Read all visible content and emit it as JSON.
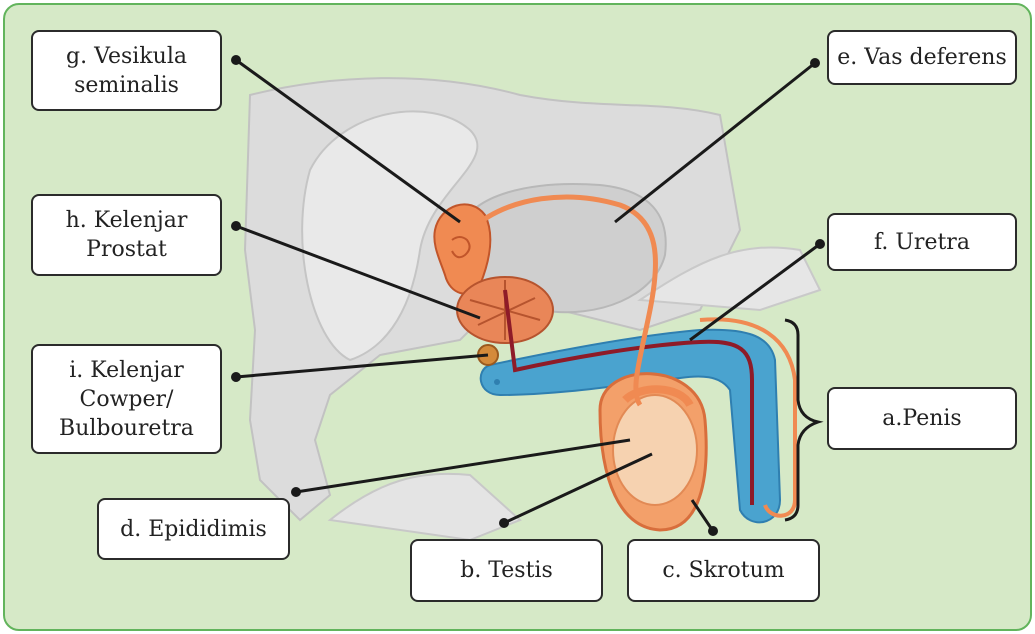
{
  "labels": {
    "vesikula": "g. Vesikula\nseminalis",
    "vas_deferens": "e. Vas deferens",
    "prostat": "h. Kelenjar\nProstat",
    "uretra": "f. Uretra",
    "cowper": "i. Kelenjar\nCowper/\nBulbouretra",
    "penis": "a.Penis",
    "epididimis": "d. Epididimis",
    "testis": "b. Testis",
    "skrotum": "c. Skrotum"
  },
  "colors": {
    "frame_border": "#62b45c",
    "background": "#d6e9c7",
    "organ_orange": "#f08a52",
    "erectile_blue": "#4aa3cf",
    "urethra": "#8e1b28",
    "tissue_grey": "#d9d9d9"
  }
}
